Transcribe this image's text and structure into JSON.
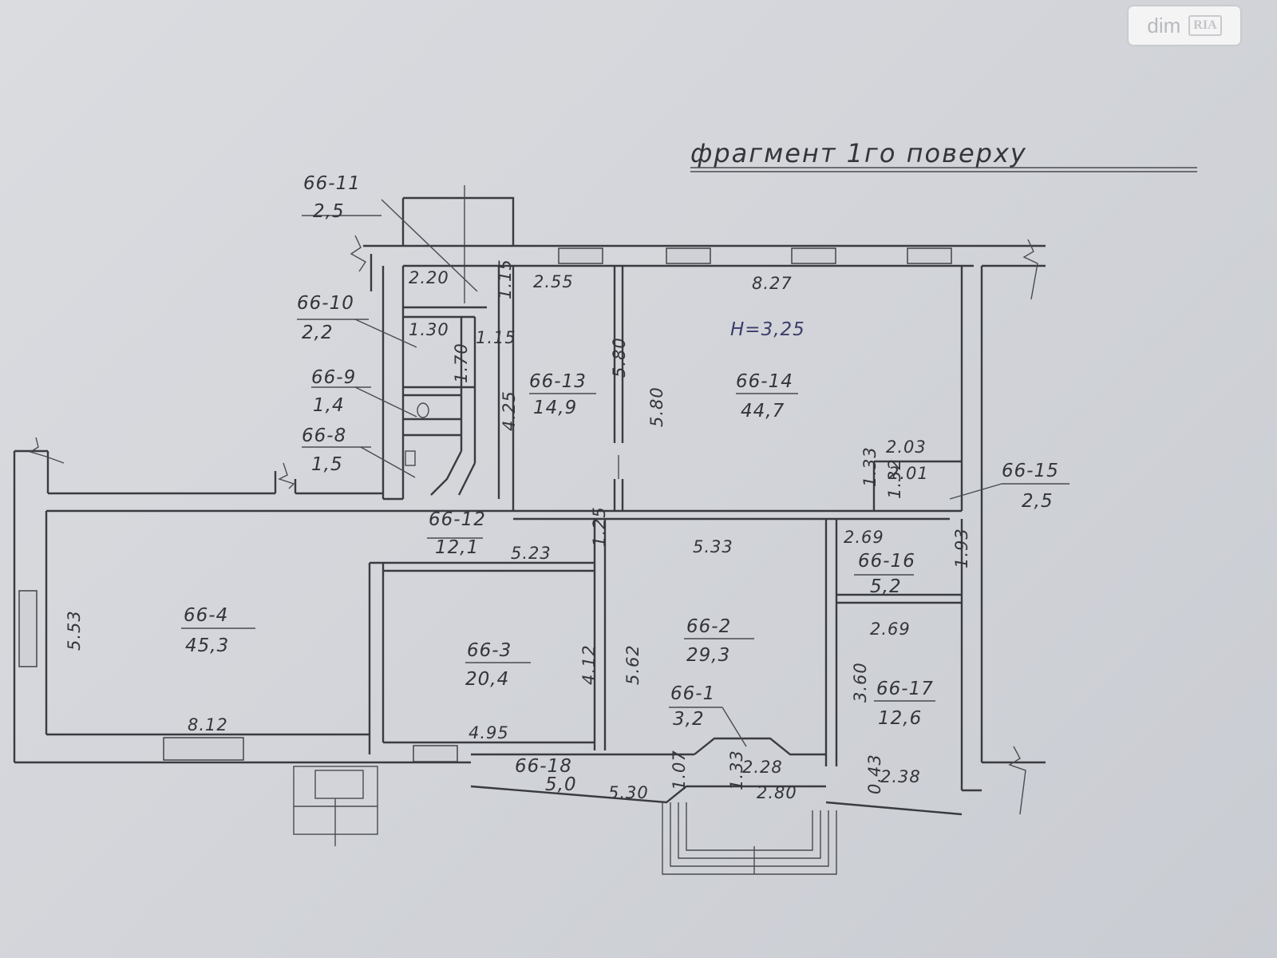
{
  "title": "фрагмент 1го поверху",
  "height_note": "H=3,25",
  "watermark": {
    "brand": "dim",
    "sub": "RIA"
  },
  "rooms": [
    {
      "id": "66-11",
      "area": "2,5"
    },
    {
      "id": "66-10",
      "area": "2,2"
    },
    {
      "id": "66-9",
      "area": "1,4"
    },
    {
      "id": "66-8",
      "area": "1,5"
    },
    {
      "id": "66-13",
      "area": "14,9"
    },
    {
      "id": "66-14",
      "area": "44,7"
    },
    {
      "id": "66-15",
      "area": "2,5"
    },
    {
      "id": "66-12",
      "area": "12,1"
    },
    {
      "id": "66-4",
      "area": "45,3"
    },
    {
      "id": "66-3",
      "area": "20,4"
    },
    {
      "id": "66-2",
      "area": "29,3"
    },
    {
      "id": "66-16",
      "area": "5,2"
    },
    {
      "id": "66-17",
      "area": "12,6"
    },
    {
      "id": "66-1",
      "area": "3,2"
    },
    {
      "id": "66-18",
      "area": "5,0"
    }
  ],
  "dimensions": {
    "d_2_20": "2.20",
    "d_1_15a": "1.15",
    "d_1_15b": "1.15",
    "d_1_30": "1.30",
    "d_1_70": "1.70",
    "d_2_55": "2.55",
    "d_5_80a": "5.80",
    "d_5_80b": "5.80",
    "d_8_27": "8.27",
    "d_4_25": "4.25",
    "d_2_03": "2.03",
    "d_2_01": "2.01",
    "d_1_33a": "1.33",
    "d_1_32": "1.32",
    "d_1_25": "1.25",
    "d_5_23": "5.23",
    "d_5_33": "5.33",
    "d_2_69a": "2.69",
    "d_1_93": "1.93",
    "d_2_69b": "2.69",
    "d_5_53": "5.53",
    "d_8_12": "8.12",
    "d_4_12": "4.12",
    "d_5_62": "5.62",
    "d_4_95": "4.95",
    "d_3_60": "3.60",
    "d_5_30": "5.30",
    "d_1_07": "1.07",
    "d_1_33b": "1.33",
    "d_2_28": "2.28",
    "d_2_80": "2.80",
    "d_0_43": "0.43",
    "d_2_38": "2.38"
  }
}
